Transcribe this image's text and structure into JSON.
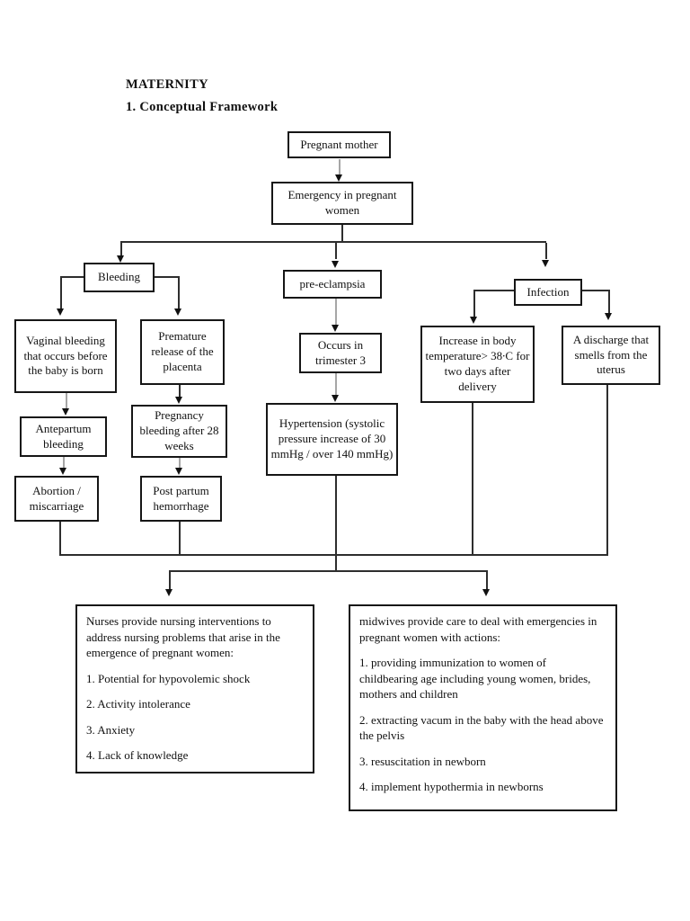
{
  "colors": {
    "ink": "#161616",
    "paper": "#ffffff"
  },
  "document": {
    "title": "MATERNITY",
    "heading": "1. Conceptual Framework"
  },
  "flowchart": {
    "root": {
      "label": "Pregnant mother"
    },
    "emergency": {
      "label": "Emergency in pregnant women"
    },
    "bleeding": {
      "label": "Bleeding",
      "vaginal": "Vaginal bleeding that occurs before the baby is born",
      "antepartum": "Antepartum bleeding",
      "abortion": "Abortion / miscarriage",
      "premature": "Premature release of the placenta",
      "pregnancy_bleeding": "Pregnancy bleeding after 28 weeks",
      "postpartum": "Post partum hemorrhage"
    },
    "pre_eclampsia": {
      "label": "pre-eclampsia",
      "timing": "Occurs in trimester 3",
      "hypertension": "Hypertension (systolic pressure increase of 30 mmHg / over 140 mmHg)"
    },
    "infection": {
      "label": "Infection",
      "temperature": "Increase in body temperature> 38∙C for two days after delivery",
      "discharge": "A discharge that smells from the uterus"
    },
    "nurses": {
      "intro": "Nurses provide nursing interventions to address nursing problems that arise in the emergence of pregnant women:",
      "items": [
        "1. Potential for hypovolemic shock",
        "2. Activity intolerance",
        "3. Anxiety",
        "4. Lack of knowledge"
      ]
    },
    "midwives": {
      "intro": "midwives provide care to deal with emergencies in pregnant women with actions:",
      "items": [
        "1. providing immunization to women of childbearing age including young women, brides, mothers and children",
        "2. extracting vacum in the baby with the head above the pelvis",
        "3. resuscitation in newborn",
        "4. implement hypothermia in newborns"
      ]
    }
  }
}
